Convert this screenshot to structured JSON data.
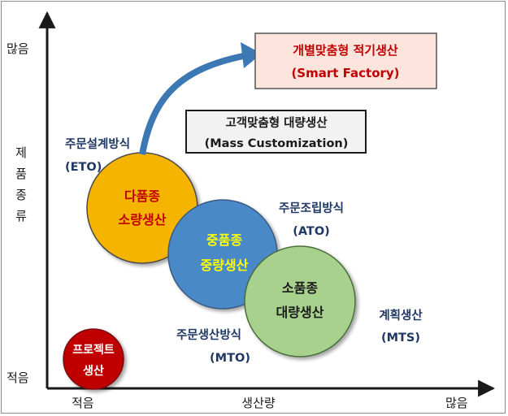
{
  "axes": {
    "y_high": "많음",
    "y_low": "적음",
    "y_label_chars": [
      "제",
      "품",
      "종",
      "류"
    ],
    "x_low": "적음",
    "x_label": "생산량",
    "x_high": "많음"
  },
  "boxes": {
    "smart_factory": {
      "line1": "개별맞춤형 적기생산",
      "line2": "(Smart Factory)"
    },
    "mass_customization": {
      "line1": "고객맞춤형 대량생산",
      "line2": "(Mass Customization)"
    }
  },
  "labels": {
    "eto": {
      "line1": "주문설계방식",
      "line2": "(ETO)"
    },
    "ato": {
      "line1": "주문조립방식",
      "line2": "(ATO)"
    },
    "mto": {
      "line1": "주문생산방식",
      "line2": "(MTO)"
    },
    "mts": {
      "line1": "계획생산",
      "line2": "(MTS)"
    }
  },
  "circles": {
    "project": {
      "line1": "프로젝트",
      "line2": "생산"
    },
    "high_variety": {
      "line1": "다품종",
      "line2": "소량생산"
    },
    "mid_variety": {
      "line1": "중품종",
      "line2": "중량생산"
    },
    "low_variety": {
      "line1": "소품종",
      "line2": "대량생산"
    }
  },
  "colors": {
    "axis": "#1a1a1a",
    "label_navy": "#1f3864",
    "smart_text": "#c00000",
    "smart_fill": "#fde4dc",
    "mc_fill": "#f2f2f2",
    "arrow": "#3c78b4",
    "project_fill": "#c00000",
    "high_variety_fill": "#f5b400",
    "high_variety_text": "#c00000",
    "mid_variety_fill": "#4a89c8",
    "mid_variety_text": "#ffff00",
    "low_variety_fill": "#a9d18e"
  }
}
